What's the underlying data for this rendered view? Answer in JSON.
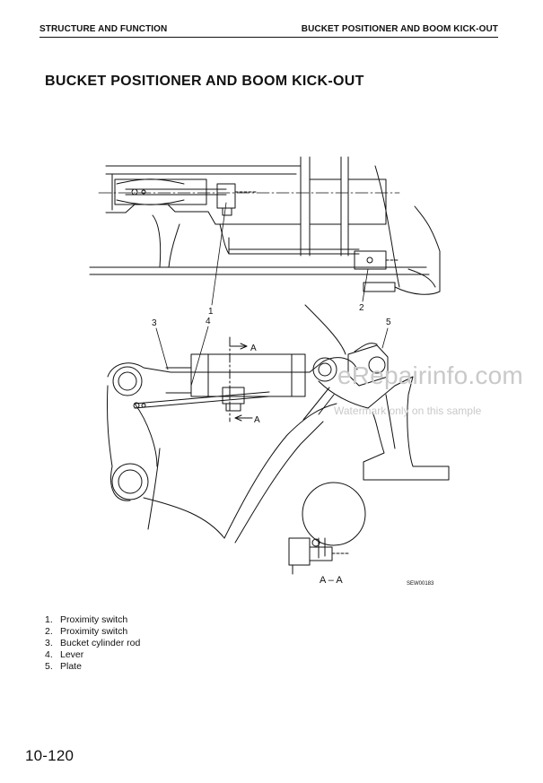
{
  "header": {
    "left": "STRUCTURE AND FUNCTION",
    "right": "BUCKET POSITIONER AND BOOM KICK-OUT"
  },
  "title": "BUCKET POSITIONER AND BOOM KICK-OUT",
  "figure": {
    "callouts": [
      "1",
      "2",
      "3",
      "4",
      "5"
    ],
    "section_mark": "A",
    "section_label": "A – A",
    "figure_code": "SEW00183"
  },
  "watermark": {
    "main": "eRepairinfo.com",
    "sub": "Watermark only on this sample"
  },
  "legend": [
    {
      "num": "1.",
      "label": "Proximity switch"
    },
    {
      "num": "2.",
      "label": "Proximity switch"
    },
    {
      "num": "3.",
      "label": "Bucket cylinder rod"
    },
    {
      "num": "4.",
      "label": "Lever"
    },
    {
      "num": "5.",
      "label": "Plate"
    }
  ],
  "page_number": "10-120"
}
